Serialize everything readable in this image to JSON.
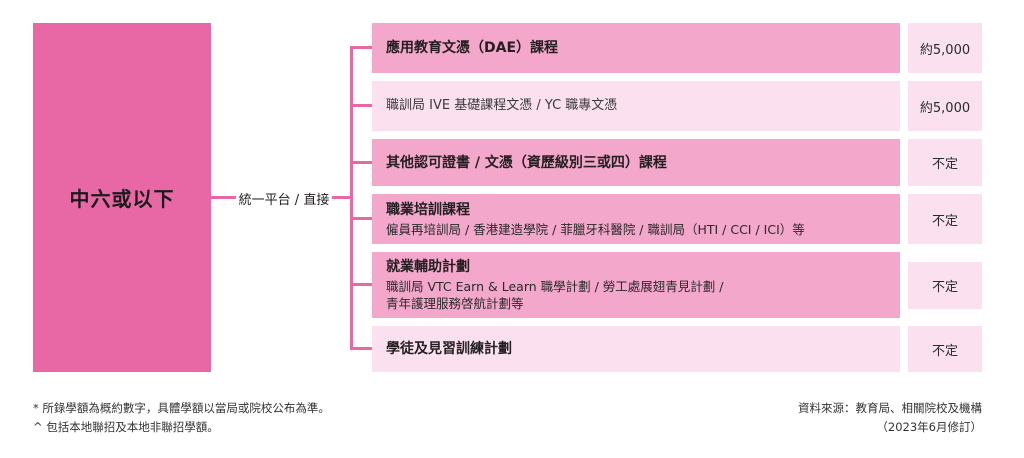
{
  "left_box": {
    "label": "中六或以下"
  },
  "connector": {
    "label": "統一平台 / 直接"
  },
  "rows": [
    {
      "title": "應用教育文憑（DAE）課程",
      "value": "約5,000"
    },
    {
      "title": "職訓局 IVE 基礎課程文憑 / YC 職專文憑",
      "value": "約5,000"
    },
    {
      "title": "其他認可證書 / 文憑（資歷級別三或四）課程",
      "value": "不定"
    },
    {
      "title": "職業培訓課程",
      "subtitle": "僱員再培訓局 / 香港建造學院 / 菲臘牙科醫院 / 職訓局（HTI / CCI / ICI）等",
      "value": "不定"
    },
    {
      "title": "就業輔助計劃",
      "subtitle": "職訓局 VTC Earn & Learn 職學計劃 / 勞工處展翅青見計劃 /\n青年護理服務啓航計劃等",
      "value": "不定"
    },
    {
      "title": "學徒及見習訓練計劃",
      "value": "不定"
    }
  ],
  "footnotes": {
    "line1": "* 所錄學額為概約數字，具體學額以當局或院校公布為準。",
    "line2": "^ 包括本地聯招及本地非聯招學額。"
  },
  "source": {
    "line1": "資料來源：教育局、相關院校及機構",
    "line2": "（2023年6月修訂）"
  },
  "colors": {
    "accent_pink": "#e868a5",
    "row_dark": "#f2a7cb",
    "row_light": "#fbe1ef",
    "text": "#231f20"
  }
}
